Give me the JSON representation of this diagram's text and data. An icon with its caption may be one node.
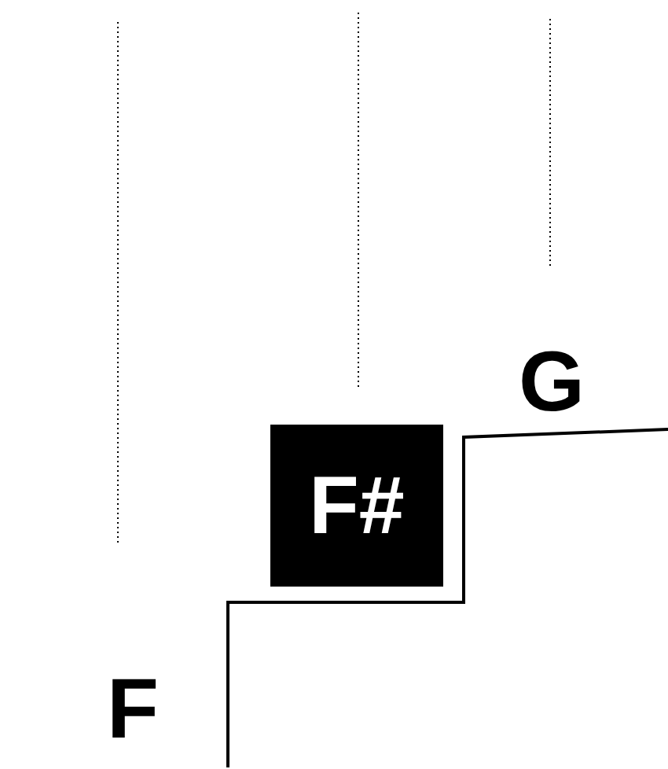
{
  "diagram": {
    "nodes": [
      {
        "text": [
          "F#"
        ]
      }
    ],
    "labels": [
      "G",
      "F"
    ]
  }
}
